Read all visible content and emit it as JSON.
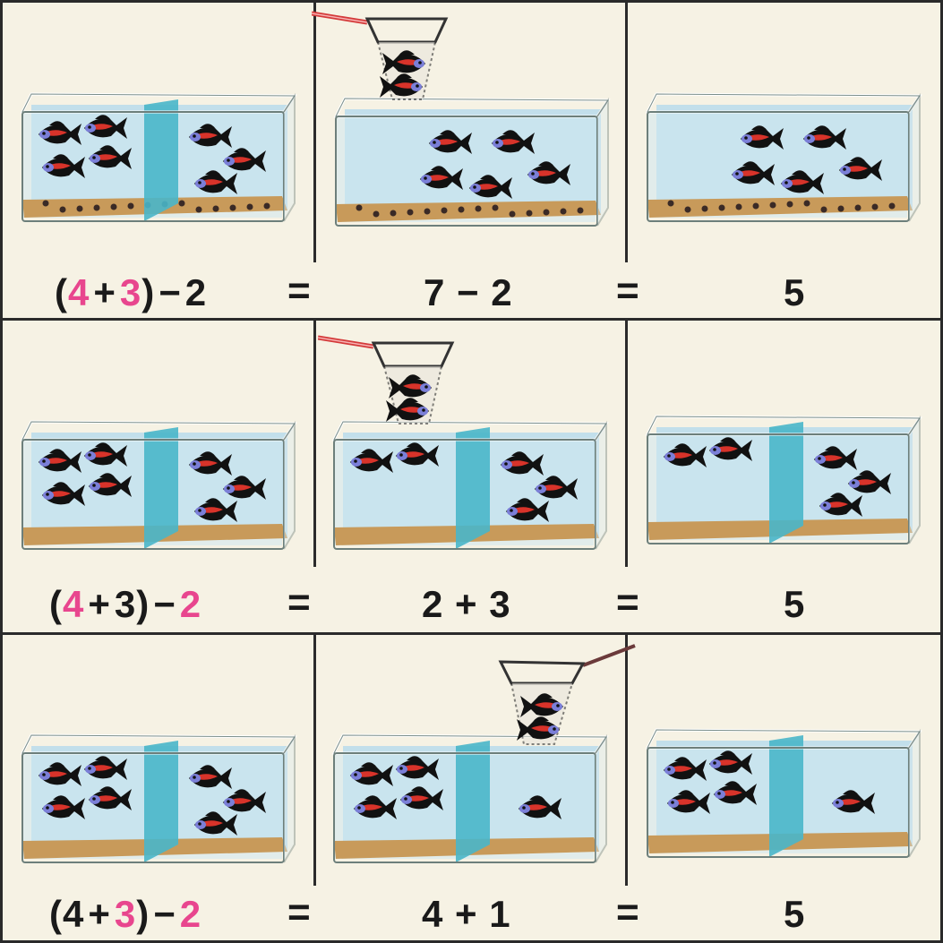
{
  "colors": {
    "pink": "#e8468e",
    "ink": "#1a1a1a",
    "water": "#b8dcec",
    "divider": "#49b6c9",
    "sand": "#c89a5a"
  },
  "icons": {
    "fish": "fish-icon",
    "net": "fishing-net-icon",
    "tank": "aquarium-tank-icon"
  },
  "rows": [
    {
      "eq1": {
        "open": "(",
        "a": "4",
        "plus": "+",
        "b": "3",
        "close": ")",
        "minus": "−",
        "c": "2"
      },
      "eq1_pink": [
        "a",
        "b"
      ],
      "equals1": "=",
      "eq2": "7 − 2",
      "equals2": "=",
      "result": "5"
    },
    {
      "eq1": {
        "open": "(",
        "a": "4",
        "plus": "+",
        "b": "3",
        "close": ")",
        "minus": "−",
        "c": "2"
      },
      "eq1_pink": [
        "a",
        "c"
      ],
      "equals1": "=",
      "eq2": "2 + 3",
      "equals2": "=",
      "result": "5"
    },
    {
      "eq1": {
        "open": "(",
        "a": "4",
        "plus": "+",
        "b": "3",
        "close": ")",
        "minus": "−",
        "c": "2"
      },
      "eq1_pink": [
        "b",
        "c"
      ],
      "equals1": "=",
      "eq2": "4 + 1",
      "equals2": "=",
      "result": "5"
    }
  ]
}
